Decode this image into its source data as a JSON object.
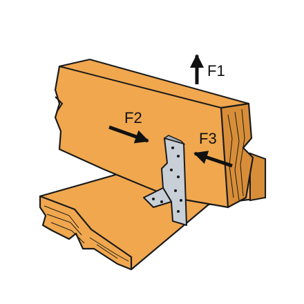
{
  "diagram": {
    "force_labels": {
      "f1": "F1",
      "f2": "F2",
      "f3": "F3"
    },
    "colors": {
      "wood": "#F0A74E",
      "wood_dark": "#D88E38",
      "outline": "#1a1a1a",
      "bracket": "#C9CFD6",
      "bracket_shade": "#A9B0B8",
      "arrow": "#111111"
    }
  }
}
